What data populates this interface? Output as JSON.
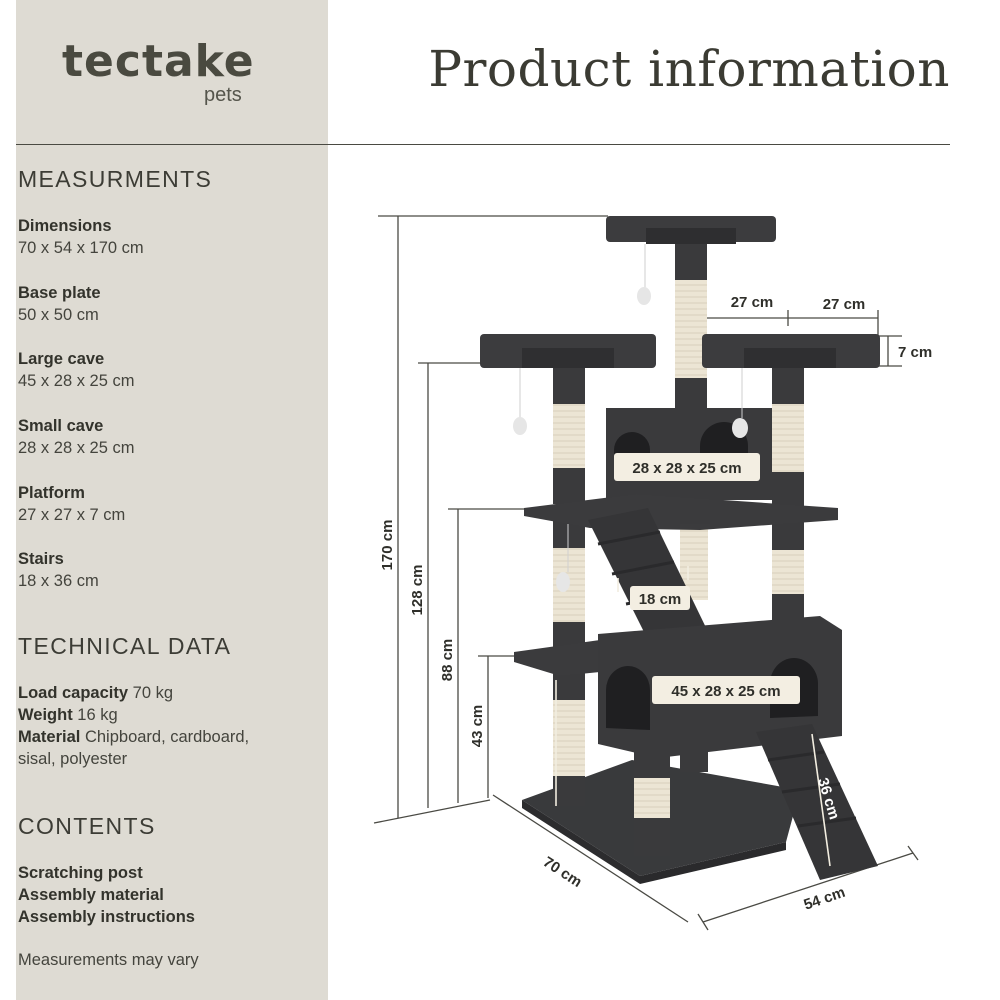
{
  "brand": {
    "name": "tectake",
    "sub": "pets"
  },
  "page_title": "Product information",
  "measurements": {
    "heading": "MEASURMENTS",
    "items": [
      {
        "label": "Dimensions",
        "value": "70 x 54 x 170 cm"
      },
      {
        "label": "Base plate",
        "value": "50 x 50 cm"
      },
      {
        "label": "Large cave",
        "value": "45 x 28 x 25 cm"
      },
      {
        "label": "Small cave",
        "value": "28 x 28 x 25 cm"
      },
      {
        "label": "Platform",
        "value": "27 x 27 x 7 cm"
      },
      {
        "label": "Stairs",
        "value": "18 x 36 cm"
      }
    ]
  },
  "technical": {
    "heading": "TECHNICAL DATA",
    "load_label": "Load capacity",
    "load_value": "70 kg",
    "weight_label": "Weight",
    "weight_value": "16 kg",
    "material_label": "Material",
    "material_value": "Chipboard, cardboard,",
    "material_value_2": "sisal, polyester"
  },
  "contents": {
    "heading": "CONTENTS",
    "items": [
      "Scratching post",
      "Assembly material",
      "Assembly instructions"
    ]
  },
  "note": "Measurements may vary",
  "diagram_labels": {
    "height_total": "170 cm",
    "height_platform": "128 cm",
    "height_mid": "88 cm",
    "height_low": "43 cm",
    "platform_w1": "27 cm",
    "platform_w2": "27 cm",
    "platform_h": "7 cm",
    "small_cave": "28 x 28 x 25 cm",
    "stairs_w": "18 cm",
    "large_cave": "45 x 28 x 25 cm",
    "stairs_len": "36 cm",
    "base_depth": "70 cm",
    "base_width": "54 cm"
  },
  "colors": {
    "sidebar_bg": "#dedbd3",
    "text": "#3a3a32",
    "furniture": "#3b3b3d",
    "sisal": "#ece5d4"
  }
}
